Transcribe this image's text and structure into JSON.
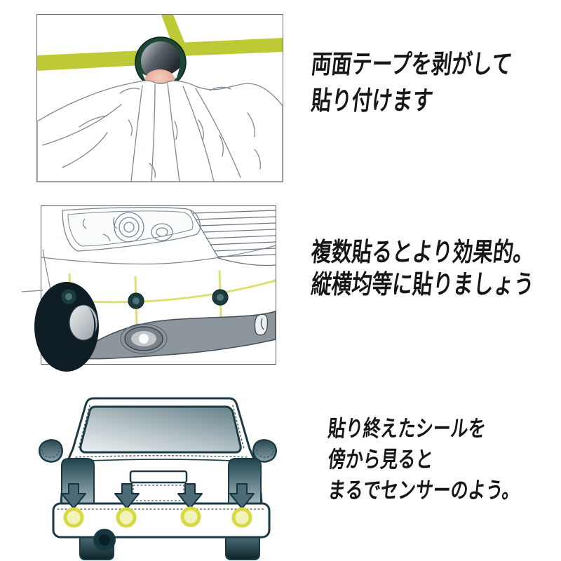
{
  "page": {
    "background": "#ffffff",
    "language": "ja"
  },
  "steps": [
    {
      "name": "peel-and-stick",
      "illustration": "hand-pressing-round-sensor-sticker-onto-taped-surface",
      "caption_lines": [
        "両面テープを剥がして",
        "貼り付けます"
      ]
    },
    {
      "name": "apply-multiple-evenly",
      "illustration": "car-front-bumper-with-three-sensor-stickers-on-guide-lines",
      "caption_lines": [
        "複数貼るとより効果的。",
        "縦横均等に貼りましょう"
      ]
    },
    {
      "name": "looks-like-real-sensor",
      "illustration": "car-rear-view-with-four-arrows-pointing-to-sensor-stickers",
      "caption_lines": [
        "貼り終えたシールを",
        "傍から見ると",
        "まるでセンサーのよう。"
      ]
    }
  ],
  "colors": {
    "tape_yellow": "#bdca35",
    "guide_line_yellow": "#dcdf73",
    "sensor_body_teal": "#1c4036",
    "car_outline_teal": "#1c3a44",
    "arrow_fill": "#4d6b77",
    "sticker_ring_yellow": "#d6da3e",
    "sticker_center_yellow": "#f1f3ba",
    "lower_bumper_gray": "#8e969d",
    "text_color": "#161616"
  }
}
